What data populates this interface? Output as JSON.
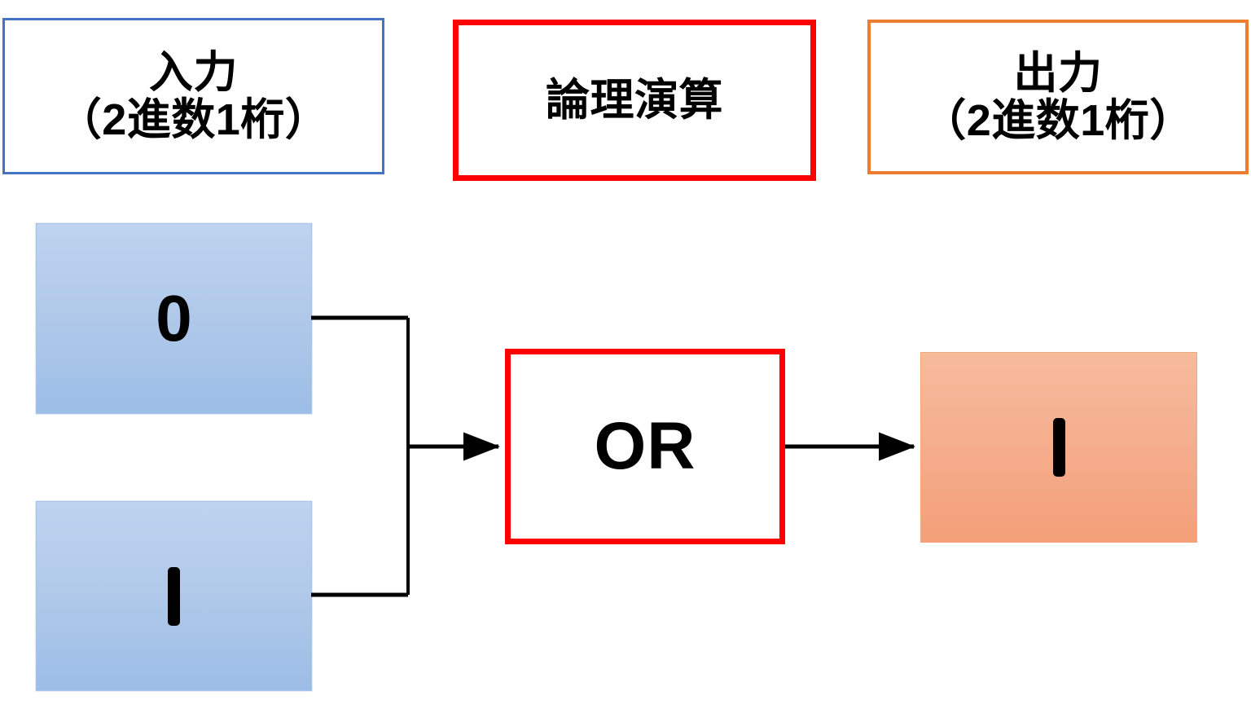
{
  "diagram": {
    "title_legend": {
      "input": {
        "line1": "入力",
        "line2": "（2進数1桁）",
        "border_color": "#4472C4"
      },
      "operation": {
        "line1": "論理演算",
        "line2": "",
        "border_color": "#FF0000"
      },
      "output": {
        "line1": "出力",
        "line2": "（2進数1桁）",
        "border_color": "#ED7D31"
      }
    },
    "inputs": [
      {
        "name": "input-a",
        "value": "0",
        "fill_color": "#B2CAEA"
      },
      {
        "name": "input-b",
        "value": "1",
        "fill_color": "#B2CAEA"
      }
    ],
    "gate": {
      "label": "OR",
      "border_color": "#FF0000",
      "fill_color": "#FFFFFF"
    },
    "output": {
      "name": "output-y",
      "value": "1",
      "fill_color": "#F5B091"
    },
    "wire_color": "#000000"
  }
}
